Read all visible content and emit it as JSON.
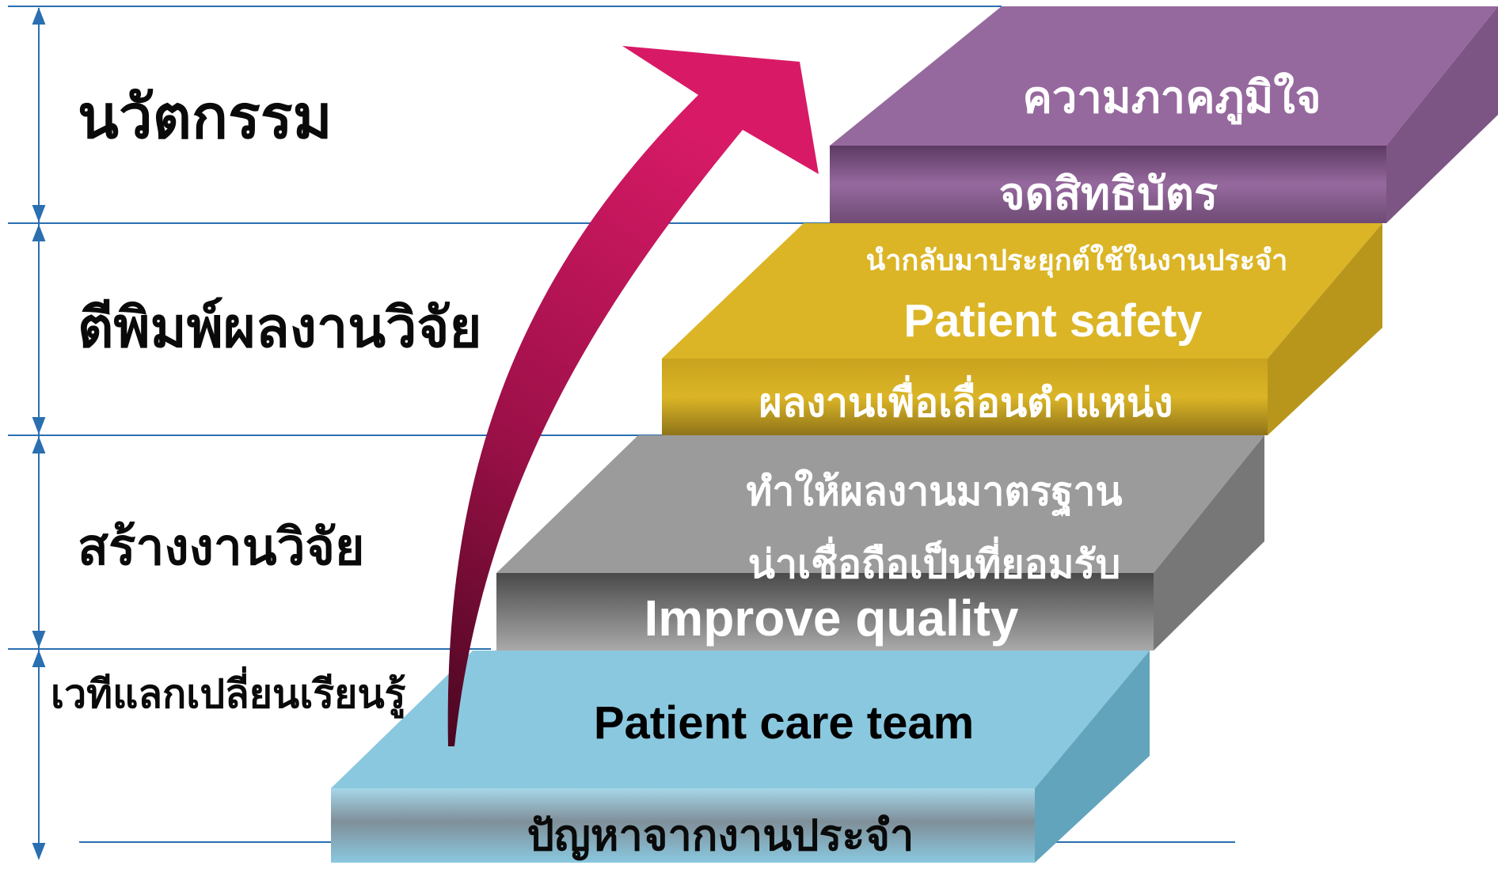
{
  "levels": [
    {
      "label": "นวัตกรรม"
    },
    {
      "label": "ตีพิมพ์ผลงานวิจัย"
    },
    {
      "label": "สร้างงานวิจัย"
    },
    {
      "label": "เวทีแลกเปลี่ยนเรียนรู้"
    }
  ],
  "steps": {
    "blue": {
      "color": "#8ac8df",
      "title": "Patient care team",
      "front": "ปัญหาจากงานประจำ"
    },
    "gray": {
      "color": "#9b9b9b",
      "line1": "ทำให้ผลงานมาตรฐาน",
      "line2": "น่าเชื่อถือเป็นที่ยอมรับ",
      "front": "Improve quality"
    },
    "yellow": {
      "color": "#dbb526",
      "line1": "นำกลับมาประยุกต์ใช้ในงานประจำ",
      "title": "Patient safety",
      "front": "ผลงานเพื่อเลื่อนตำแหน่ง"
    },
    "purple": {
      "color": "#96699e",
      "title": "ความภาคภูมิใจ",
      "front": "จดสิทธิบัตร"
    }
  },
  "colors": {
    "arrow": "#cc1760",
    "guide": "#2a6fb0"
  }
}
